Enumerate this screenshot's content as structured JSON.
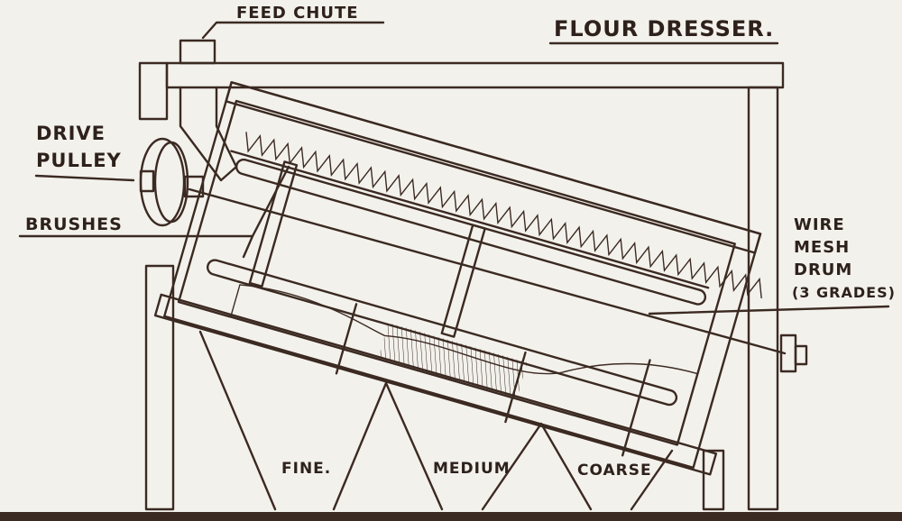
{
  "title": "Flour Dresser.",
  "labels": {
    "feed_chute": "Feed Chute",
    "drive_pulley_1": "Drive",
    "drive_pulley_2": "Pulley",
    "brushes": "Brushes",
    "wire_1": "Wire",
    "wire_2": "Mesh",
    "wire_3": "Drum",
    "wire_4": "(3 Grades)",
    "fine": "Fine.",
    "medium": "Medium",
    "coarse": "Coarse"
  },
  "colors": {
    "ink": "#3b2a22",
    "paper": "#f3f1ec"
  }
}
